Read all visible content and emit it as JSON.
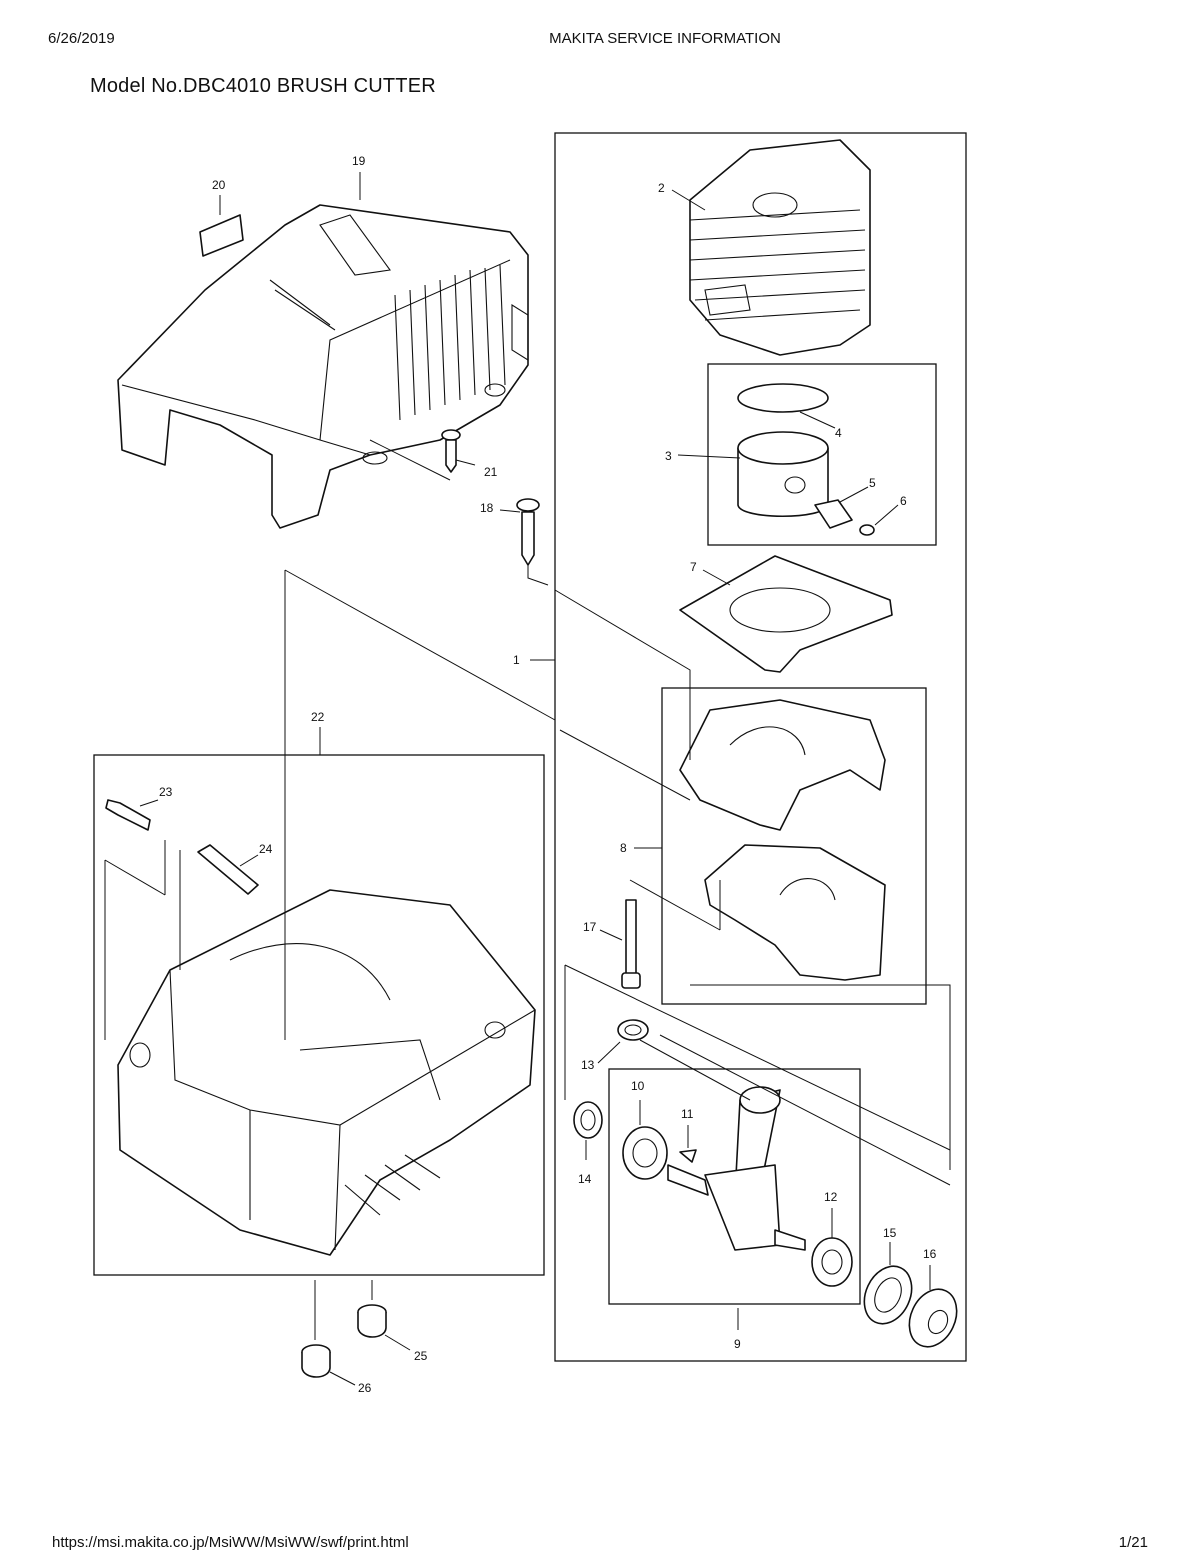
{
  "header": {
    "date": "6/26/2019",
    "title": "MAKITA SERVICE INFORMATION"
  },
  "model_title": "Model No.DBC4010 BRUSH CUTTER",
  "footer": {
    "url": "https://msi.makita.co.jp/MsiWW/MsiWW/swf/print.html",
    "page": "1/21"
  },
  "callouts": {
    "p1": "1",
    "p2": "2",
    "p3": "3",
    "p4": "4",
    "p5": "5",
    "p6": "6",
    "p7": "7",
    "p8": "8",
    "p9": "9",
    "p10": "10",
    "p11": "11",
    "p12": "12",
    "p13": "13",
    "p14": "14",
    "p15": "15",
    "p16": "16",
    "p17": "17",
    "p18": "18",
    "p19": "19",
    "p20": "20",
    "p21": "21",
    "p22": "22",
    "p23": "23",
    "p24": "24",
    "p25": "25",
    "p26": "26"
  }
}
